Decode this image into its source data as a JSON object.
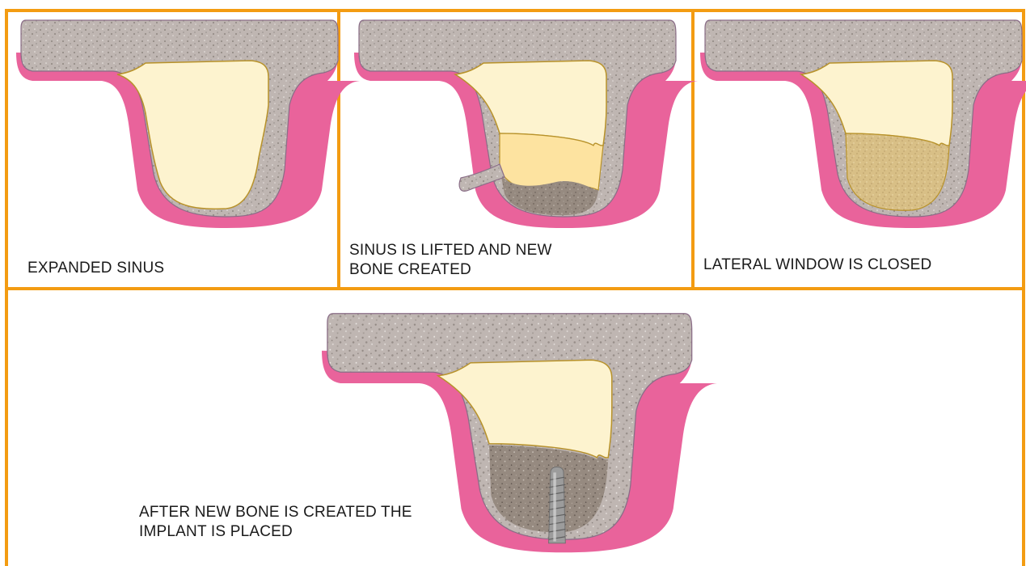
{
  "frame": {
    "border_color": "#f39c12",
    "background": "#ffffff"
  },
  "colors": {
    "bone": "#bfb6b2",
    "bone_outline": "#8a6d87",
    "mucosa": "#e9639b",
    "sinus_air": "#fdf3cf",
    "sinus_outline": "#b8922a",
    "graft_fresh": "#fde3a0",
    "graft_light": "#d8bf86",
    "graft_mature": "#968a80",
    "implant": "#9c9c9c"
  },
  "panels": [
    {
      "id": "expanded",
      "stage": "expanded",
      "caption_lines": [
        "EXPANDED SINUS"
      ]
    },
    {
      "id": "lifted",
      "stage": "lifted",
      "caption_lines": [
        "SINUS IS LIFTED AND NEW",
        "BONE CREATED"
      ]
    },
    {
      "id": "closed",
      "stage": "closed",
      "caption_lines": [
        "LATERAL WINDOW IS CLOSED"
      ]
    },
    {
      "id": "implant",
      "stage": "implant",
      "caption_lines": [
        "AFTER NEW BONE IS CREATED THE",
        "IMPLANT IS PLACED"
      ]
    }
  ]
}
